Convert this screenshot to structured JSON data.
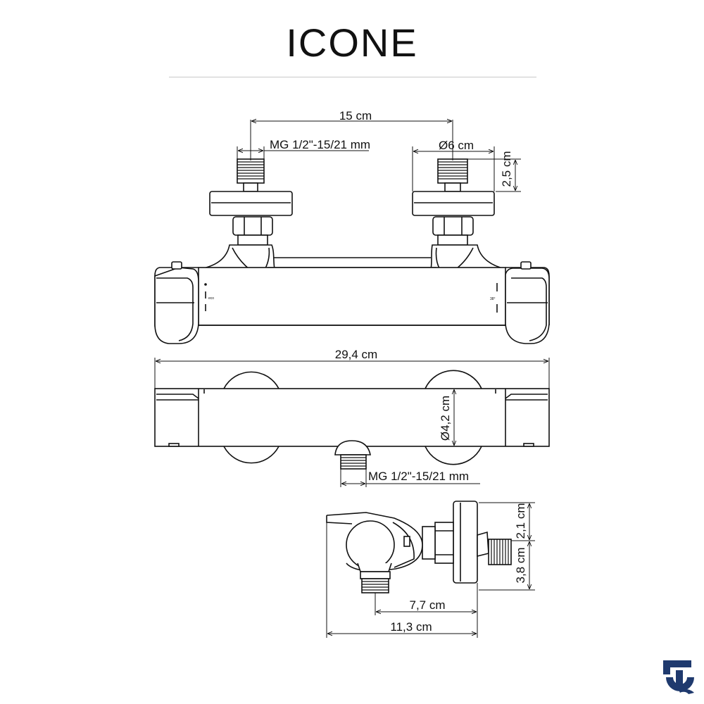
{
  "title": "ICONE",
  "front_view": {
    "spacing": "15 cm",
    "inlet_thread": "MG 1/2\"-15/21 mm",
    "flange_diameter": "Ø6 cm",
    "inlet_depth": "2,5 cm",
    "eco_label": "eco",
    "temp_label": "38°"
  },
  "top_view": {
    "length": "29,4 cm",
    "body_diameter": "Ø4,2 cm",
    "outlet_thread": "MG 1/2\"-15/21 mm"
  },
  "side_view": {
    "depth_top": "2,1 cm",
    "depth_bottom": "3,8 cm",
    "projection_inner": "7,7 cm",
    "projection_total": "11,3 cm"
  },
  "colors": {
    "line": "#111111",
    "logo": "#1f3a6e",
    "rule": "#c8c8c8"
  },
  "logo_icon": "brand-logo-icon"
}
